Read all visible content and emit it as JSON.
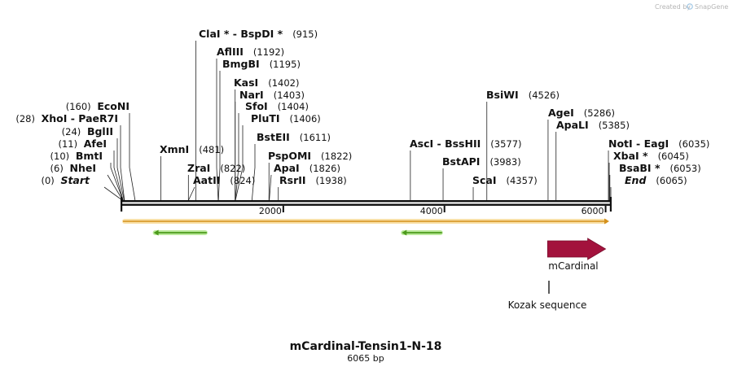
{
  "credit": {
    "text": "Created by",
    "brand": "SnapGene",
    "color": "#b5b5b5",
    "icon": "snapgene-logo-icon"
  },
  "title": "mCardinal-Tensin1-N-18",
  "subtitle": "6065 bp",
  "sequence_length": 6065,
  "axis_ticks": [
    {
      "label": "2000",
      "value": 2000
    },
    {
      "label": "4000",
      "value": 4000
    },
    {
      "label": "6000",
      "value": 6000
    }
  ],
  "enzymes": [
    {
      "parts": [
        "ClaI",
        " * ",
        "- ",
        "BspDI",
        " *"
      ],
      "pos_text": "(915)",
      "site": 915
    },
    {
      "parts": [
        "AflIII"
      ],
      "pos_text": "(1192)",
      "site": 1192
    },
    {
      "parts": [
        "BmgBI"
      ],
      "pos_text": "(1195)",
      "site": 1195
    },
    {
      "parts": [
        "KasI"
      ],
      "pos_text": "(1402)",
      "site": 1402
    },
    {
      "parts": [
        "NarI"
      ],
      "pos_text": "(1403)",
      "site": 1403
    },
    {
      "parts": [
        "SfoI"
      ],
      "pos_text": "(1404)",
      "site": 1404
    },
    {
      "parts": [
        "PluTI"
      ],
      "pos_text": "(1406)",
      "site": 1406
    },
    {
      "parts": [
        "BstEII"
      ],
      "pos_text": "(1611)",
      "site": 1611
    },
    {
      "parts": [
        "PspOMI"
      ],
      "pos_text": "(1822)",
      "site": 1822
    },
    {
      "parts": [
        "ApaI"
      ],
      "pos_text": "(1826)",
      "site": 1826
    },
    {
      "parts": [
        "RsrII"
      ],
      "pos_text": "(1938)",
      "site": 1938
    },
    {
      "parts": [
        "XmnI"
      ],
      "pos_text": "(481)",
      "site": 481
    },
    {
      "parts": [
        "ZraI"
      ],
      "pos_text": "(822)",
      "site": 822
    },
    {
      "parts": [
        "AatII"
      ],
      "pos_text": "(824)",
      "site": 824
    },
    {
      "parts": [
        "EcoNI"
      ],
      "pos_text": "(160)",
      "site": 160
    },
    {
      "parts": [
        "XhoI",
        " - ",
        "PaeR7I"
      ],
      "pos_text": "(28)",
      "site": 28
    },
    {
      "parts": [
        "BglII"
      ],
      "pos_text": "(24)",
      "site": 24
    },
    {
      "parts": [
        "AfeI"
      ],
      "pos_text": "(11)",
      "site": 11
    },
    {
      "parts": [
        "BmtI"
      ],
      "pos_text": "(10)",
      "site": 10
    },
    {
      "parts": [
        "NheI"
      ],
      "pos_text": "(6)",
      "site": 6
    },
    {
      "parts": [
        "Start"
      ],
      "pos_text": "(0)",
      "site": 0
    },
    {
      "parts": [
        "AscI",
        " - ",
        "BssHII"
      ],
      "pos_text": "(3577)",
      "site": 3577
    },
    {
      "parts": [
        "BstAPI"
      ],
      "pos_text": "(3983)",
      "site": 3983
    },
    {
      "parts": [
        "ScaI"
      ],
      "pos_text": "(4357)",
      "site": 4357
    },
    {
      "parts": [
        "BsiWI"
      ],
      "pos_text": "(4526)",
      "site": 4526
    },
    {
      "parts": [
        "AgeI"
      ],
      "pos_text": "(5286)",
      "site": 5286
    },
    {
      "parts": [
        "ApaLI"
      ],
      "pos_text": "(5385)",
      "site": 5385
    },
    {
      "parts": [
        "NotI",
        " - ",
        "EagI"
      ],
      "pos_text": "(6035)",
      "site": 6035
    },
    {
      "parts": [
        "XbaI",
        " *"
      ],
      "pos_text": "(6045)",
      "site": 6045
    },
    {
      "parts": [
        "BsaBI",
        " *"
      ],
      "pos_text": "(6053)",
      "site": 6053
    },
    {
      "parts": [
        "End"
      ],
      "pos_text": "(6065)",
      "site": 6065
    }
  ],
  "features": [
    {
      "name": "insert-track",
      "label": "",
      "start": 0,
      "end": 6065,
      "color": "#f2ba3c",
      "stroke": "#d4901c",
      "strand": "forward"
    },
    {
      "name": "green-feature-1",
      "label": "",
      "start": 380,
      "end": 1060,
      "color": "#4c9a1c",
      "stroke": "#9ce070",
      "strand": "reverse"
    },
    {
      "name": "green-feature-2",
      "label": "",
      "start": 3460,
      "end": 3980,
      "color": "#4c9a1c",
      "stroke": "#9ce070",
      "strand": "reverse"
    },
    {
      "name": "mCardinal-feature",
      "label": "mCardinal",
      "start": 5280,
      "end": 6000,
      "color": "#a3123d",
      "stroke": "#7a0e2e",
      "strand": "forward"
    },
    {
      "name": "kozak-sequence",
      "label": "Kozak sequence",
      "start": 5290,
      "end": 5300,
      "color": "#333333",
      "strand": "none"
    }
  ]
}
